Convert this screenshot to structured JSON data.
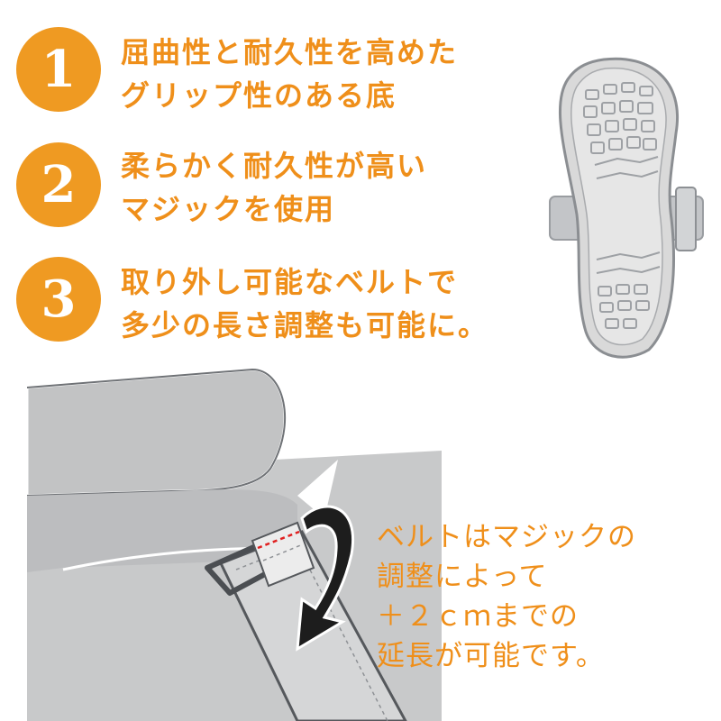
{
  "features": [
    {
      "number": "1",
      "line1": "屈曲性と耐久性を高めた",
      "line2": "グリップ性のある底"
    },
    {
      "number": "2",
      "line1": "柔らかく耐久性が高い",
      "line2": "マジックを使用"
    },
    {
      "number": "3",
      "line1": "取り外し可能なベルトで",
      "line2": "多少の長さ調整も可能に。"
    }
  ],
  "note": {
    "line1": "ベルトはマジックの",
    "line2": "調整によって",
    "line3": "＋２ｃｍまでの",
    "line4": "延長が可能です。"
  },
  "colors": {
    "accent": "#ef9a22",
    "text_accent": "#ef8f1a",
    "shoe_gray": "#c8c9ca",
    "sole_gray": "#d9d9d9"
  },
  "icons": {
    "sole": "shoe-sole-illustration",
    "belt": "belt-adjust-illustration",
    "arrow": "curved-arrow-icon"
  }
}
